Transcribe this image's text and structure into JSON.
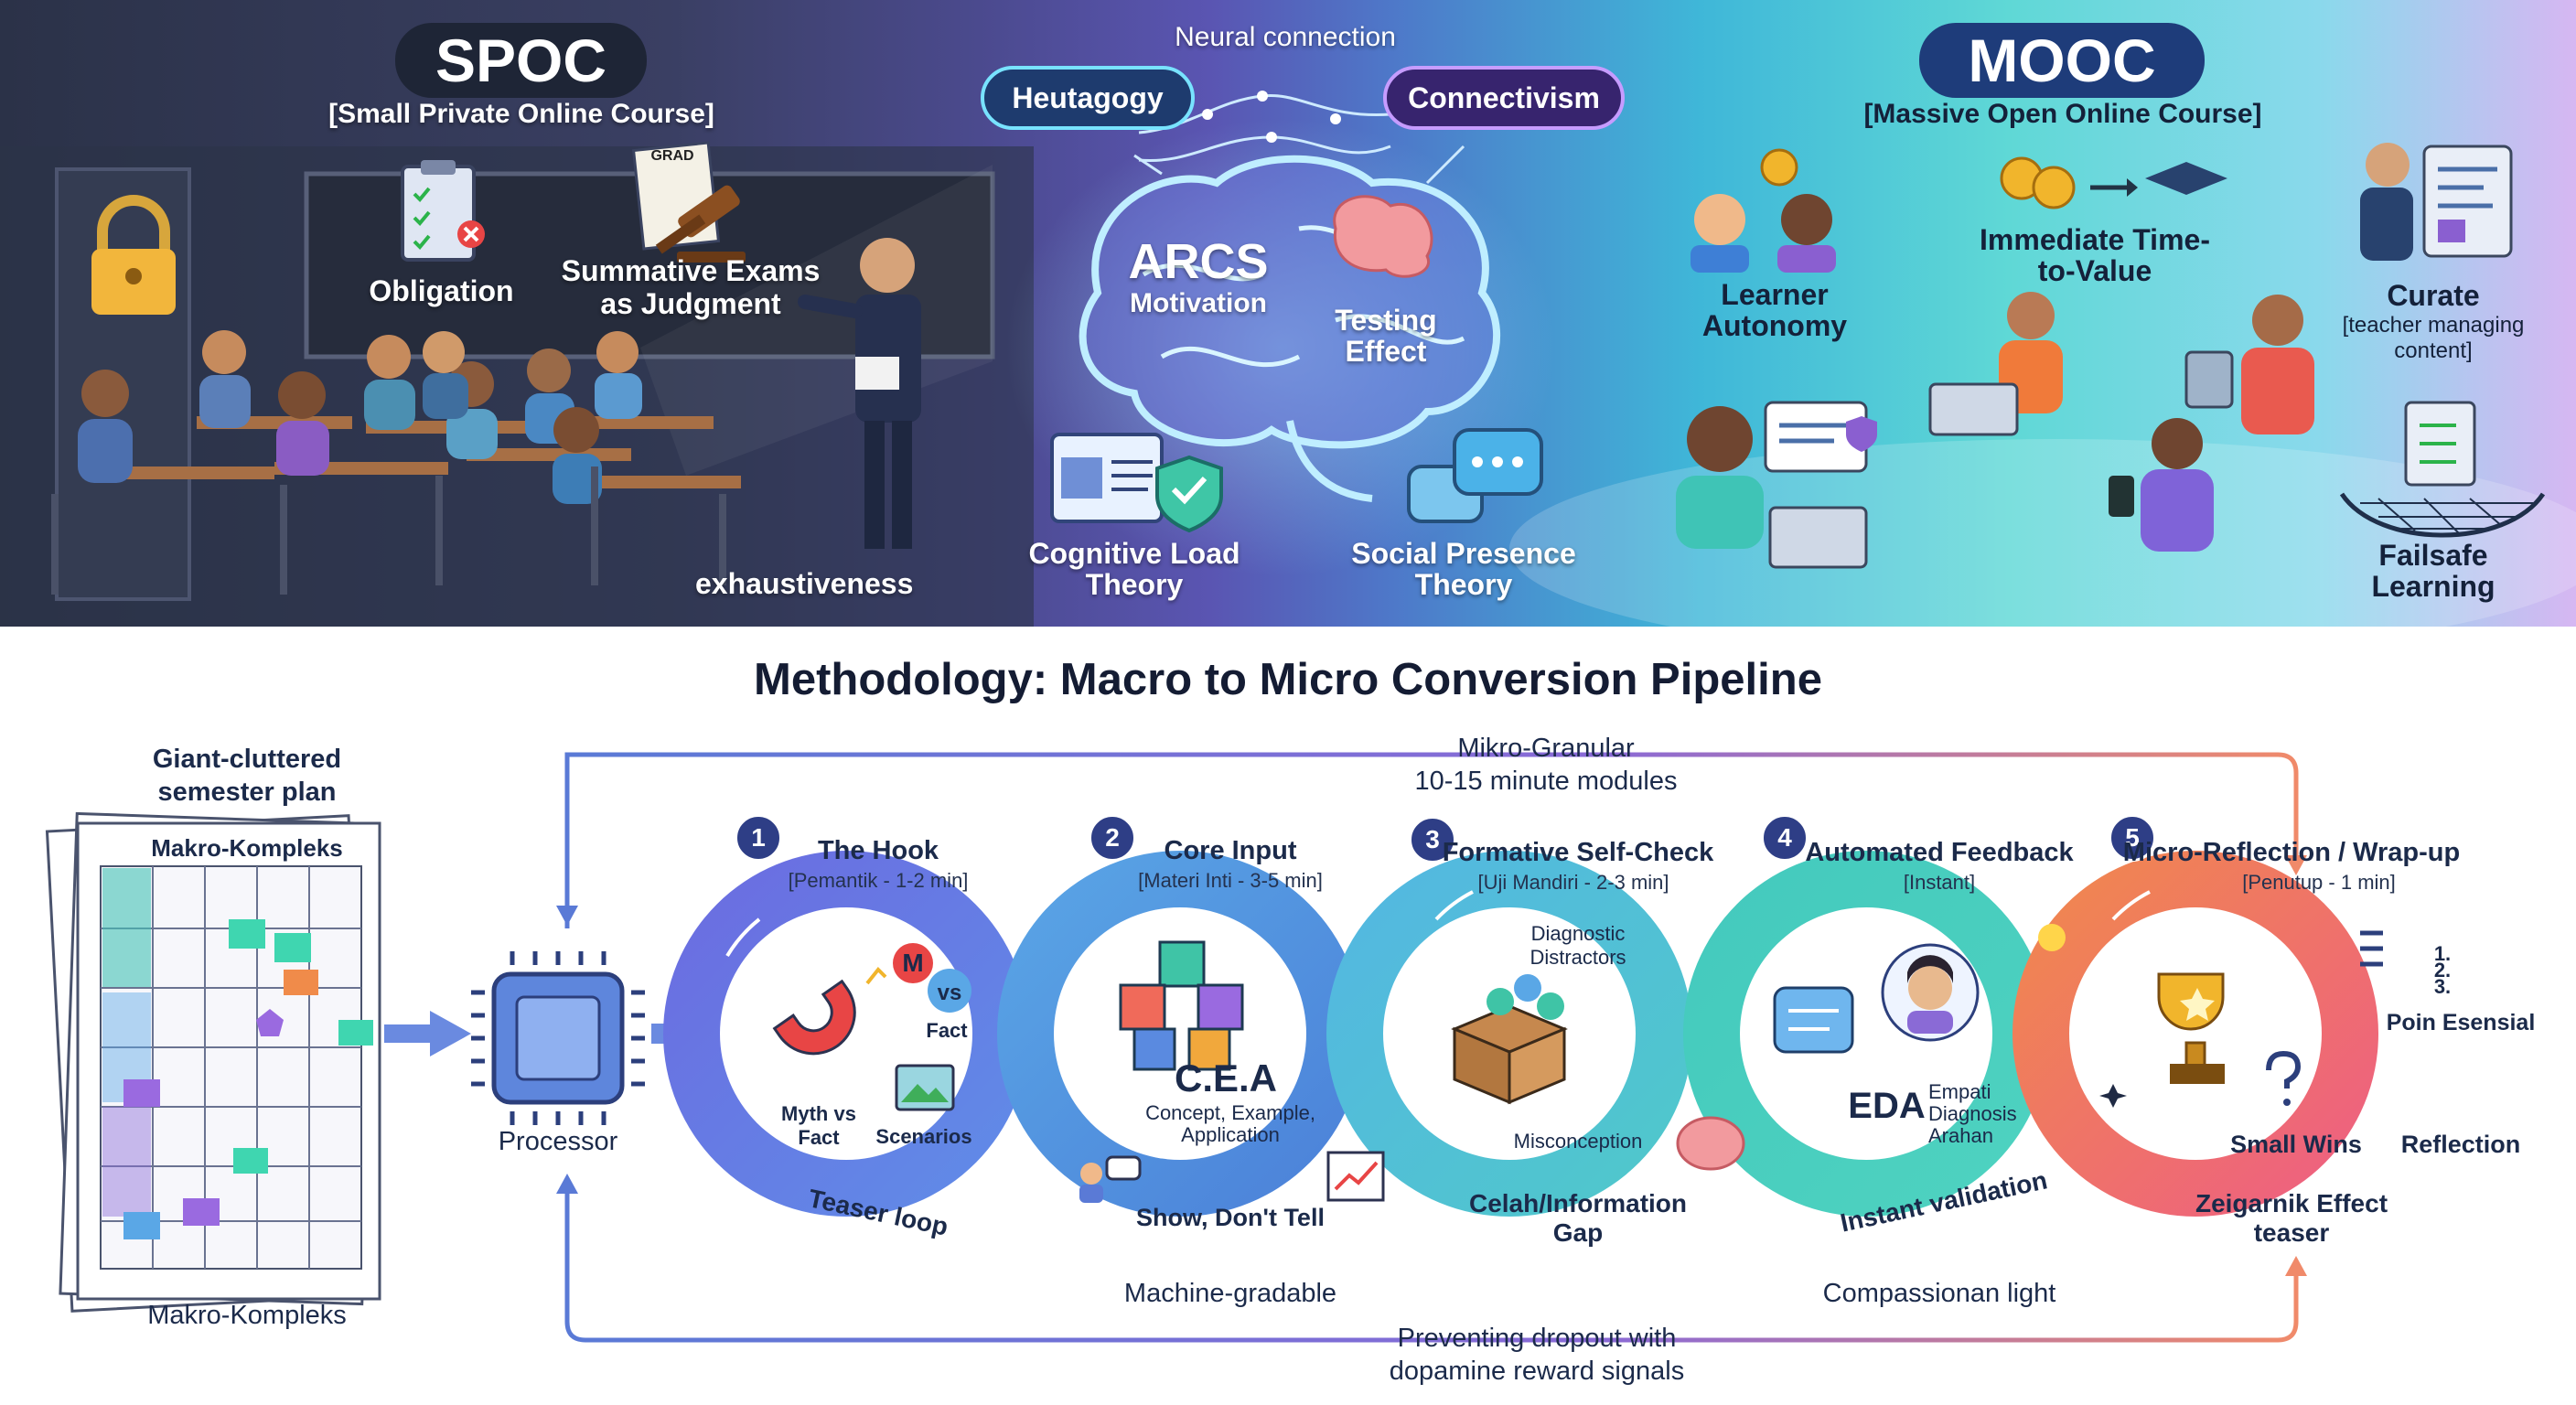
{
  "spoc": {
    "title": "SPOC",
    "subtitle": "[Small Private Online Course]",
    "obligation": "Obligation",
    "exam_paper": "GRAD",
    "summative": "Summative Exams as Judgment",
    "exhaustiveness": "exhaustiveness"
  },
  "brain": {
    "neural": "Neural connection",
    "heutagogy": "Heutagogy",
    "connectivism": "Connectivism",
    "arcs_title": "ARCS",
    "arcs_sub": "Motivation",
    "testing": "Testing Effect",
    "cognitive": "Cognitive Load Theory",
    "social": "Social Presence Theory"
  },
  "mooc": {
    "title": "MOOC",
    "subtitle": "[Massive Open Online Course]",
    "autonomy": "Learner Autonomy",
    "ttv": "Immediate Time-to-Value",
    "curate": "Curate",
    "curate_sub": "[teacher managing content]",
    "failsafe": "Failsafe Learning"
  },
  "pipeline": {
    "heading": "Methodology: Macro to Micro Conversion Pipeline",
    "top_note_1": "Mikro-Granular",
    "top_note_2": "10-15 minute modules",
    "bottom_note_1": "Preventing dropout with",
    "bottom_note_2": "dopamine reward signals",
    "plan_top_1": "Giant-cluttered",
    "plan_top_2": "semester plan",
    "plan_header": "Makro-Kompleks",
    "plan_bottom": "Makro-Kompleks",
    "processor": "Processor",
    "machine_gradable": "Machine-gradable",
    "compassion": "Compassionan light",
    "stages": [
      {
        "num": "1",
        "title": "The Hook",
        "sub": "[Pemantik - 1-2 min]",
        "l1": "M",
        "l2": "vs",
        "l3": "Fact",
        "l4": "Myth vs Fact",
        "l5": "Scenarios",
        "ring": "Teaser loop"
      },
      {
        "num": "2",
        "title": "Core Input",
        "sub": "[Materi Inti - 3-5 min]",
        "l1": "C.E.A",
        "l2": "Concept, Example, Application",
        "ring": "Show, Don't Tell"
      },
      {
        "num": "3",
        "title": "Formative Self-Check",
        "sub": "[Uji Mandiri - 2-3 min]",
        "l1": "Diagnostic Distractors",
        "l2": "Misconception",
        "ring": "Celah/Information Gap"
      },
      {
        "num": "4",
        "title": "Automated Feedback",
        "sub": "[Instant]",
        "l1": "EDA",
        "l2": "Empati Diagnosis Arahan",
        "ring": "Instant validation"
      },
      {
        "num": "5",
        "title": "Micro-Reflection / Wrap-up",
        "sub": "[Penutup - 1 min]",
        "l1": "Poin Esensial",
        "l2": "Small Wins",
        "l3": "Reflection",
        "ring": "Zeigarnik Effect teaser",
        "list": [
          "1.",
          "2.",
          "3."
        ]
      }
    ]
  }
}
